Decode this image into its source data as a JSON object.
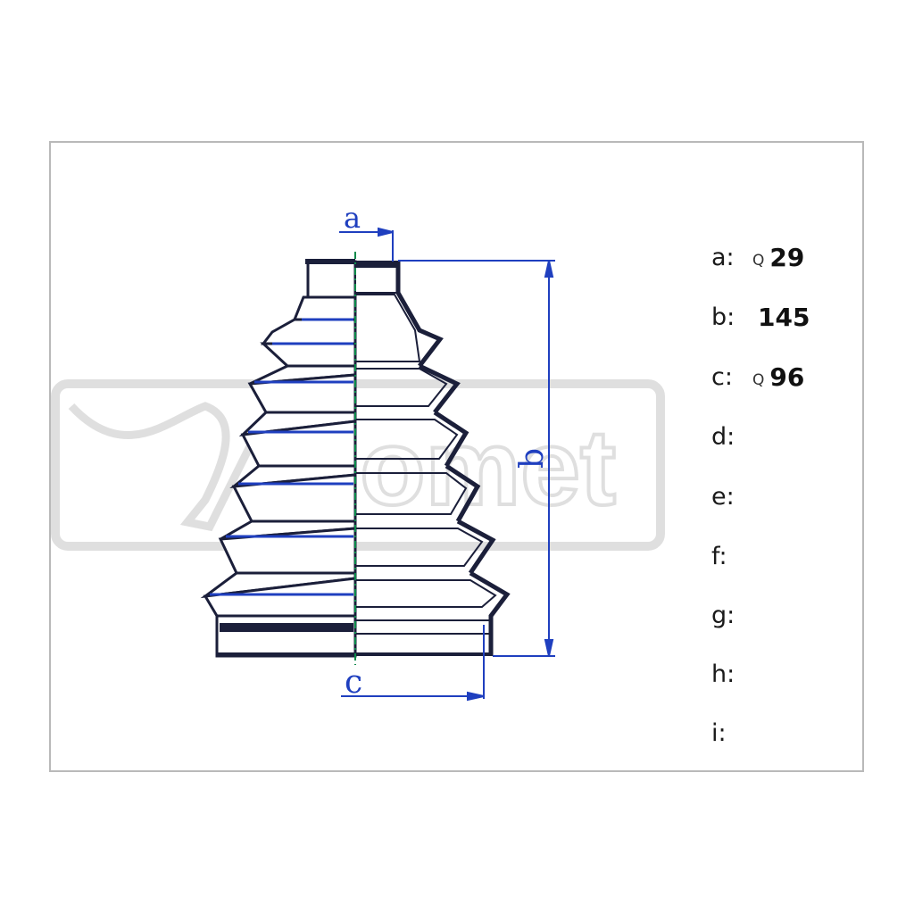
{
  "watermark": {
    "text": "gomet"
  },
  "drawing_labels": {
    "a": "a",
    "b": "b",
    "c": "c"
  },
  "dimensions": [
    {
      "label": "a:",
      "symbol": "Q",
      "value": "29"
    },
    {
      "label": "b:",
      "symbol": "",
      "value": "145"
    },
    {
      "label": "c:",
      "symbol": "Q",
      "value": "96"
    },
    {
      "label": "d:",
      "symbol": "",
      "value": ""
    },
    {
      "label": "e:",
      "symbol": "",
      "value": ""
    },
    {
      "label": "f:",
      "symbol": "",
      "value": ""
    },
    {
      "label": "g:",
      "symbol": "",
      "value": ""
    },
    {
      "label": "h:",
      "symbol": "",
      "value": ""
    },
    {
      "label": "i:",
      "symbol": "",
      "value": ""
    }
  ],
  "colors": {
    "outline": "#1b1f3a",
    "dimension": "#1f3fbf",
    "axis": "#0a8a4a",
    "watermark": "#d4d4d4"
  }
}
